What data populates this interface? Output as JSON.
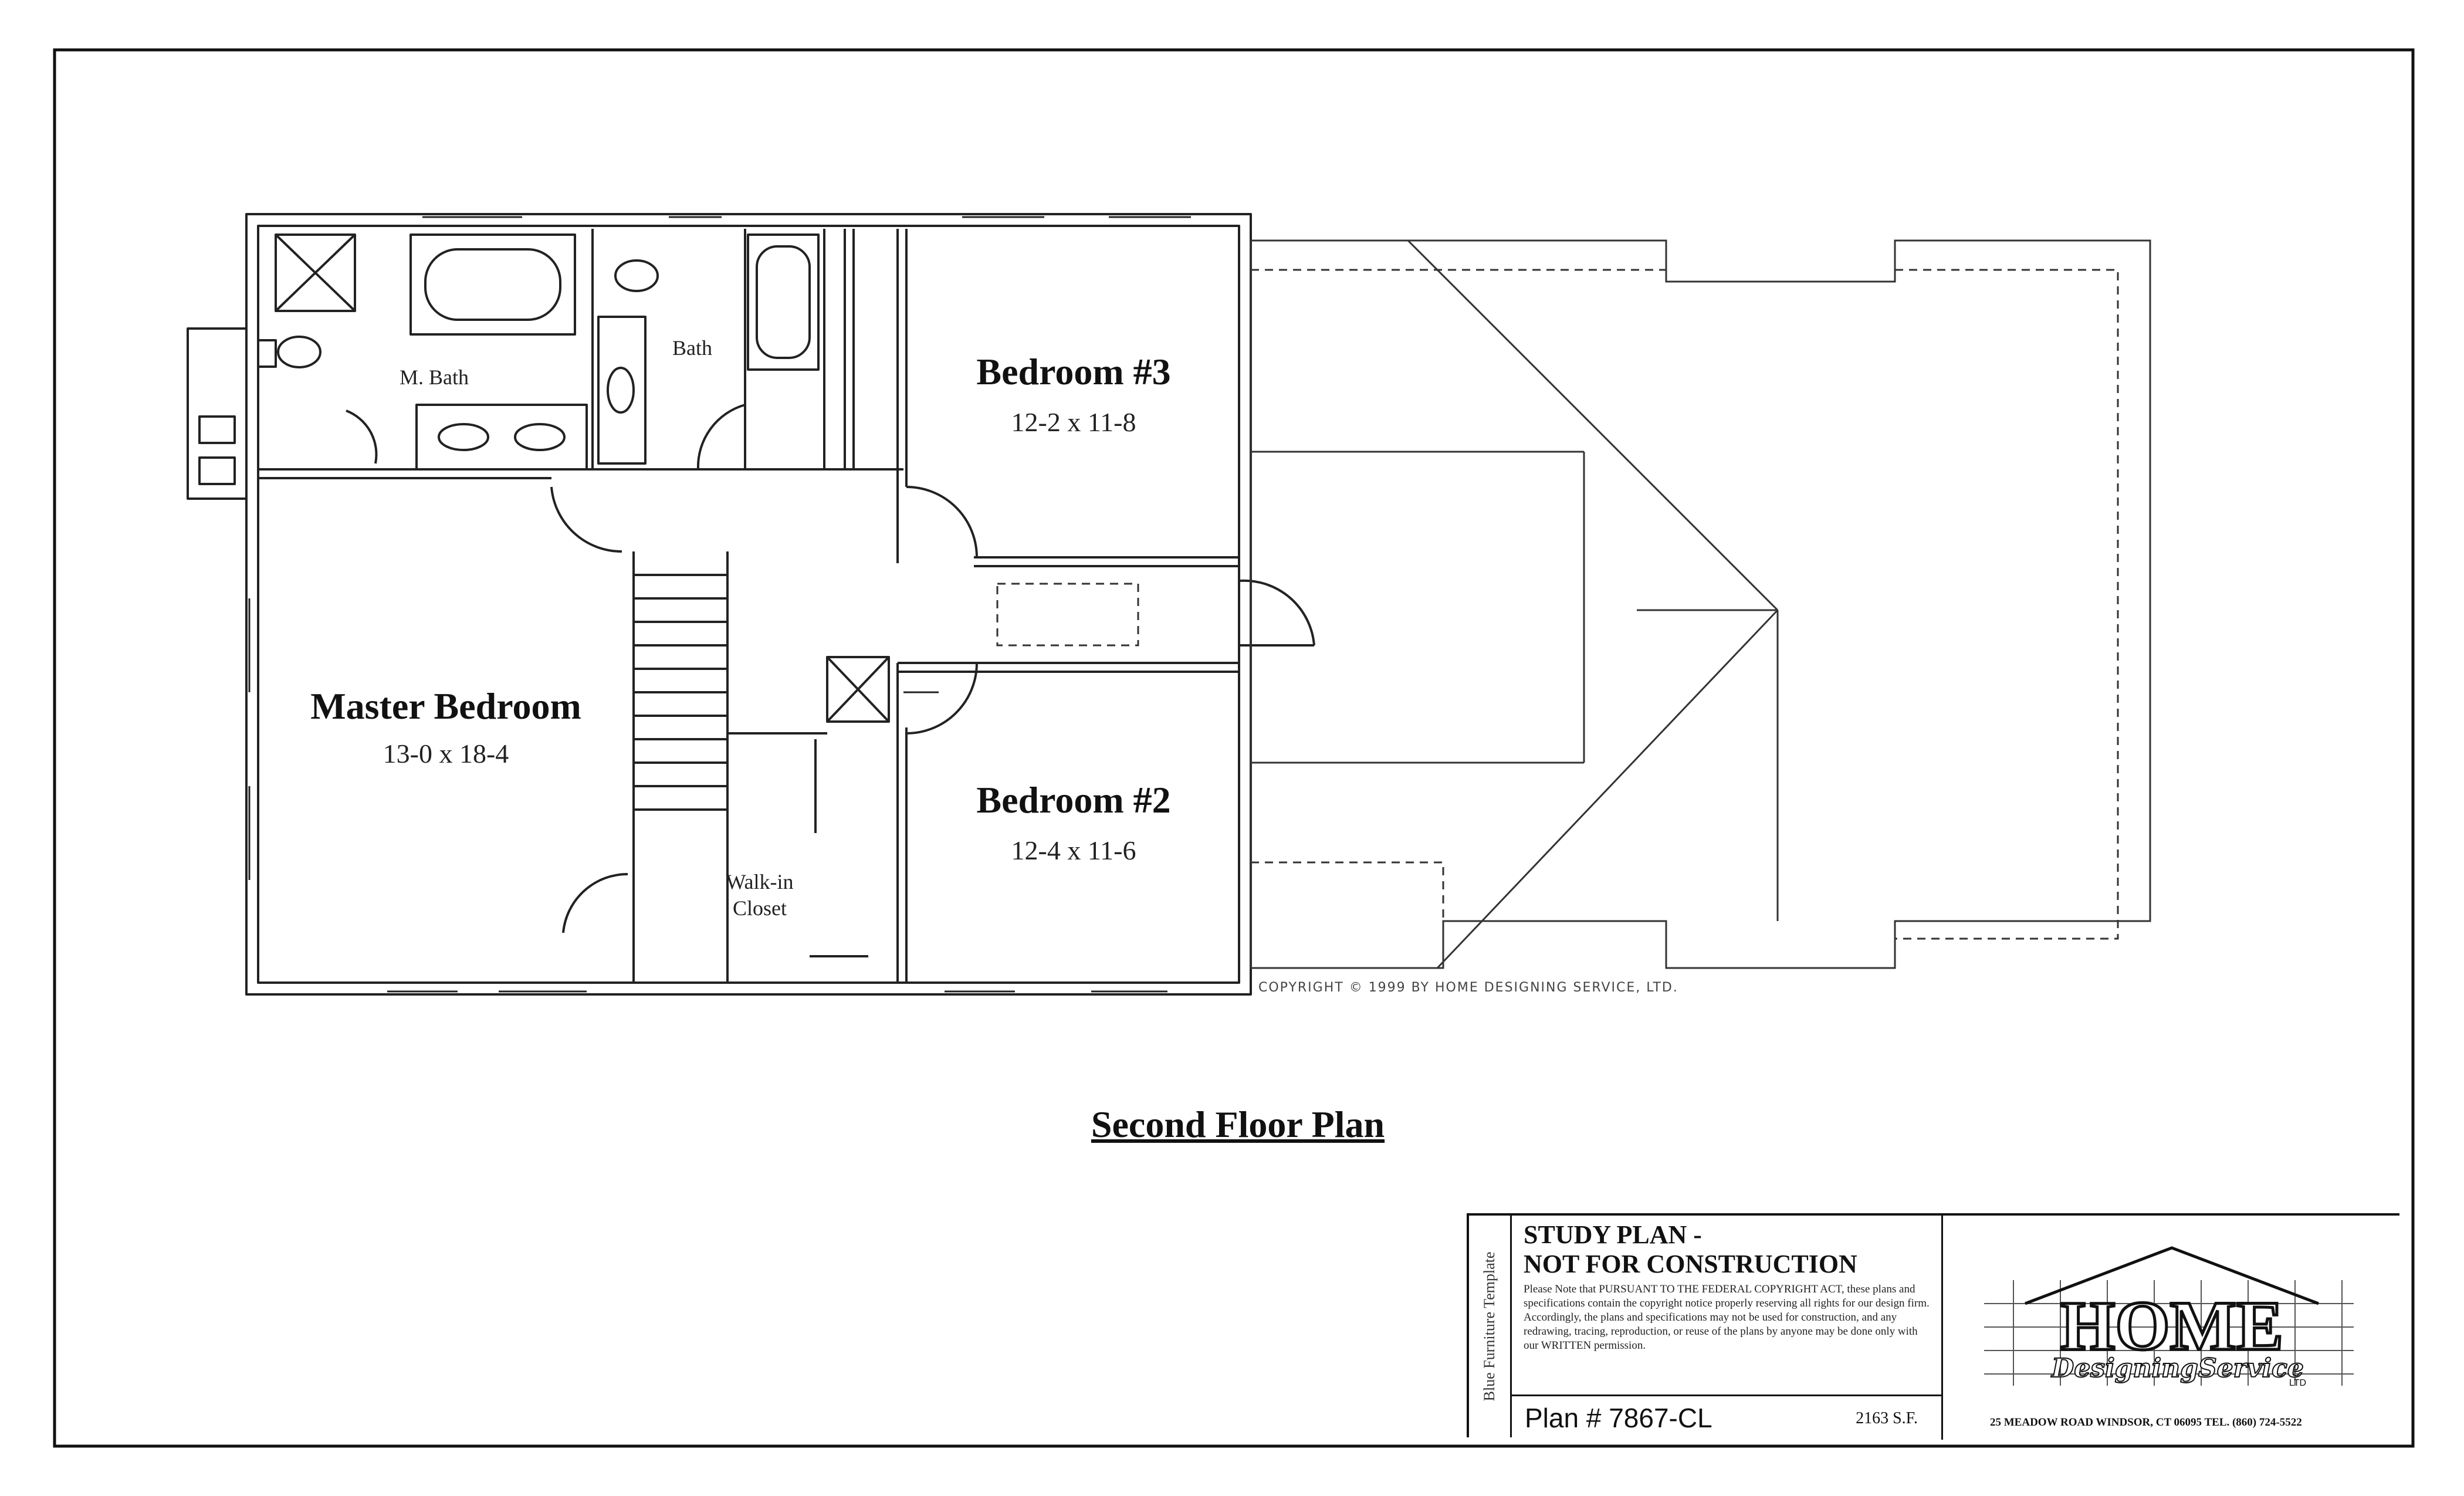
{
  "rooms": {
    "master_bath": "M. Bath",
    "bath": "Bath",
    "bedroom3_name": "Bedroom #3",
    "bedroom3_dim": "12-2 x 11-8",
    "master_name": "Master Bedroom",
    "master_dim": "13-0 x 18-4",
    "bedroom2_name": "Bedroom #2",
    "bedroom2_dim": "12-4 x 11-6",
    "closet_line1": "Walk-in",
    "closet_line2": "Closet"
  },
  "copyright": "COPYRIGHT  © 1999 BY HOME DESIGNING SERVICE, LTD.",
  "title": "Second Floor Plan",
  "title_block": {
    "side_label": "Blue Furniture Template",
    "heading_line1": "STUDY PLAN -",
    "heading_line2": "NOT FOR CONSTRUCTION",
    "notice": "Please Note that PURSUANT TO THE FEDERAL COPYRIGHT ACT, these plans and specifications contain the copyright notice properly reserving all rights for our design firm. Accordingly, the plans and specifications may not be used for construction, and any redrawing, tracing, reproduction, or reuse of the plans by anyone may be done only with our WRITTEN permission.",
    "plan_number": "Plan # 7867-CL",
    "square_feet": "2163 S.F.",
    "logo_word": "HOME",
    "logo_script": "DesigningService",
    "logo_ltd": "LTD",
    "address": "25 MEADOW ROAD    WINDSOR, CT 06095    TEL. (860) 724-5522"
  }
}
